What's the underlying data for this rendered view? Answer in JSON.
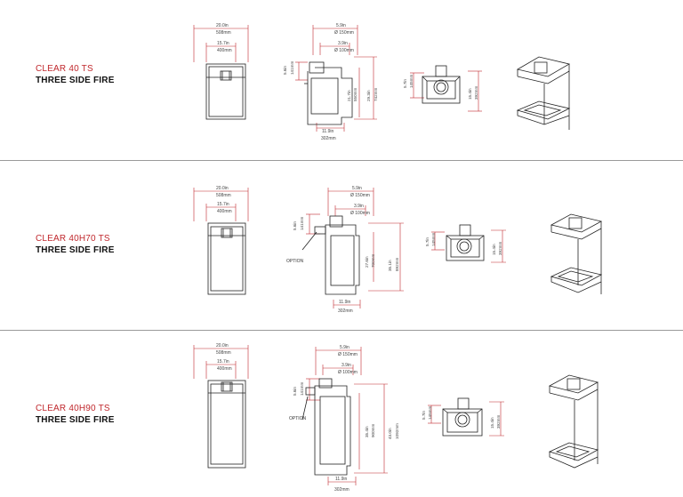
{
  "colors": {
    "accent": "#c0282d",
    "line": "#222222",
    "divider": "#9a9a9a"
  },
  "rows": [
    {
      "model": "CLEAR 40 TS",
      "type": "THREE SIDE FIRE",
      "front": {
        "overall_in": "20.0in",
        "overall_mm": "508mm",
        "inner_in": "15.7in",
        "inner_mm": "400mm"
      },
      "side": {
        "flue_in": "5.9in",
        "flue_mm": "Ø 150mm",
        "flue2_in": "3.9in",
        "flue2_mm": "Ø 100mm",
        "top_in": "5.6in",
        "top_mm": "141mm",
        "h1_in": "21.7in",
        "h1_mm": "550mm",
        "h2_in": "29.3in",
        "h2_mm": "742mm",
        "depth_in": "11.9in",
        "depth_mm": "302mm"
      },
      "plan": {
        "left_in": "5.7in",
        "left_mm": "145mm",
        "right_in": "15.4in",
        "right_mm": "392mm"
      },
      "option": ""
    },
    {
      "model": "CLEAR 40H70 TS",
      "type": "THREE SIDE FIRE",
      "front": {
        "overall_in": "20.0in",
        "overall_mm": "508mm",
        "inner_in": "15.7in",
        "inner_mm": "400mm"
      },
      "side": {
        "flue_in": "5.9in",
        "flue_mm": "Ø 150mm",
        "flue2_in": "3.9in",
        "flue2_mm": "Ø 100mm",
        "top_in": "5.6in",
        "top_mm": "141mm",
        "h1_in": "27.6in",
        "h1_mm": "700mm",
        "h2_in": "35.1in",
        "h2_mm": "892mm",
        "depth_in": "11.9in",
        "depth_mm": "302mm"
      },
      "plan": {
        "left_in": "5.7in",
        "left_mm": "145mm",
        "right_in": "15.4in",
        "right_mm": "392mm"
      },
      "option": "OPTION"
    },
    {
      "model": "CLEAR 40H90 TS",
      "type": "THREE SIDE FIRE",
      "front": {
        "overall_in": "20.0in",
        "overall_mm": "508mm",
        "inner_in": "15.7in",
        "inner_mm": "400mm"
      },
      "side": {
        "flue_in": "5.9in",
        "flue_mm": "Ø 150mm",
        "flue2_in": "3.9in",
        "flue2_mm": "Ø 100mm",
        "top_in": "5.6in",
        "top_mm": "141mm",
        "h1_in": "35.4in",
        "h1_mm": "900mm",
        "h2_in": "43.0in",
        "h2_mm": "1092mm",
        "depth_in": "11.9in",
        "depth_mm": "302mm"
      },
      "plan": {
        "left_in": "5.7in",
        "left_mm": "145mm",
        "right_in": "15.4in",
        "right_mm": "392mm"
      },
      "option": "OPTION"
    }
  ]
}
